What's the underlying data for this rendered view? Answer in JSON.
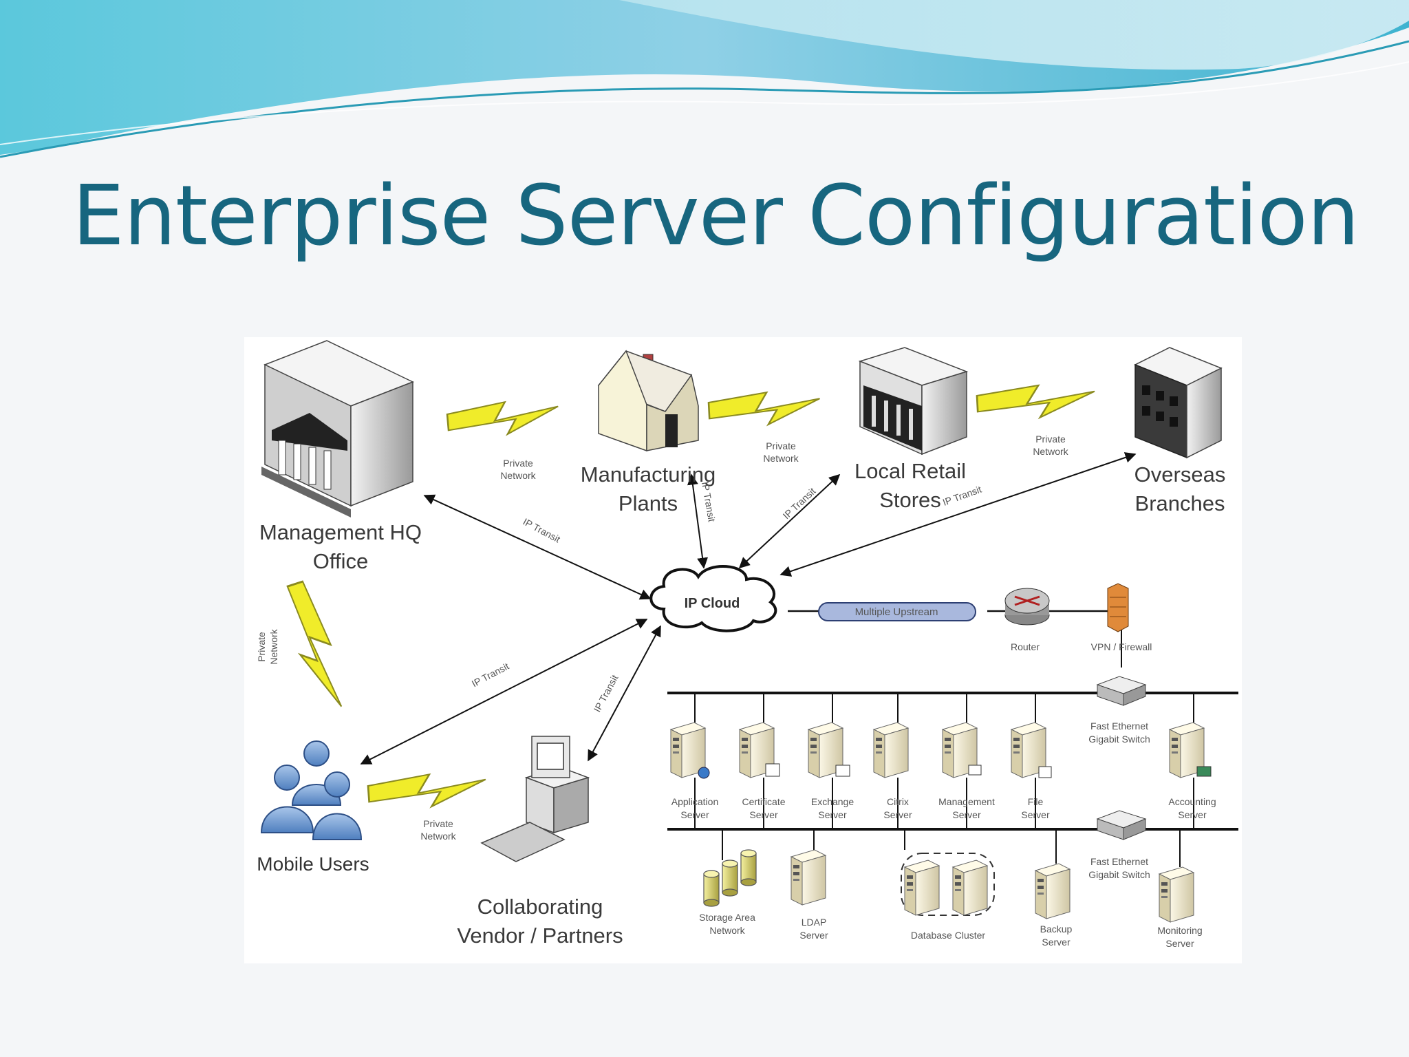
{
  "slide": {
    "title": "Enterprise Server Configuration"
  },
  "diagram": {
    "sites": {
      "hq": [
        "Management HQ",
        "Office"
      ],
      "plants": [
        "Manufacturing",
        "Plants"
      ],
      "retail": [
        "Local Retail",
        "Stores"
      ],
      "overseas": [
        "Overseas",
        "Branches"
      ],
      "mobile": [
        "Mobile Users"
      ],
      "vendors": [
        "Collaborating",
        "Vendor / Partners"
      ]
    },
    "links": {
      "private_network": [
        "Private",
        "Network"
      ],
      "ip_transit": "IP Transit"
    },
    "cloud": "IP Cloud",
    "uplink": "Multiple Upstream",
    "router": "Router",
    "vpn": "VPN / Firewall",
    "switch_top": [
      "Fast Ethernet",
      "Gigabit Switch"
    ],
    "switch_bottom": [
      "Fast Ethernet",
      "Gigabit Switch"
    ],
    "servers_top": [
      [
        "Application",
        "Server"
      ],
      [
        "Certificate",
        "Server"
      ],
      [
        "Exchange",
        "Server"
      ],
      [
        "Citrix",
        "Server"
      ],
      [
        "Management",
        "Server"
      ],
      [
        "File",
        "Server"
      ],
      [
        "Accounting",
        "Server"
      ]
    ],
    "servers_bottom": {
      "san": [
        "Storage Area",
        "Network"
      ],
      "ldap": [
        "LDAP",
        "Server"
      ],
      "db": "Database Cluster",
      "backup": [
        "Backup",
        "Server"
      ],
      "monitoring": [
        "Monitoring",
        "Server"
      ]
    }
  }
}
